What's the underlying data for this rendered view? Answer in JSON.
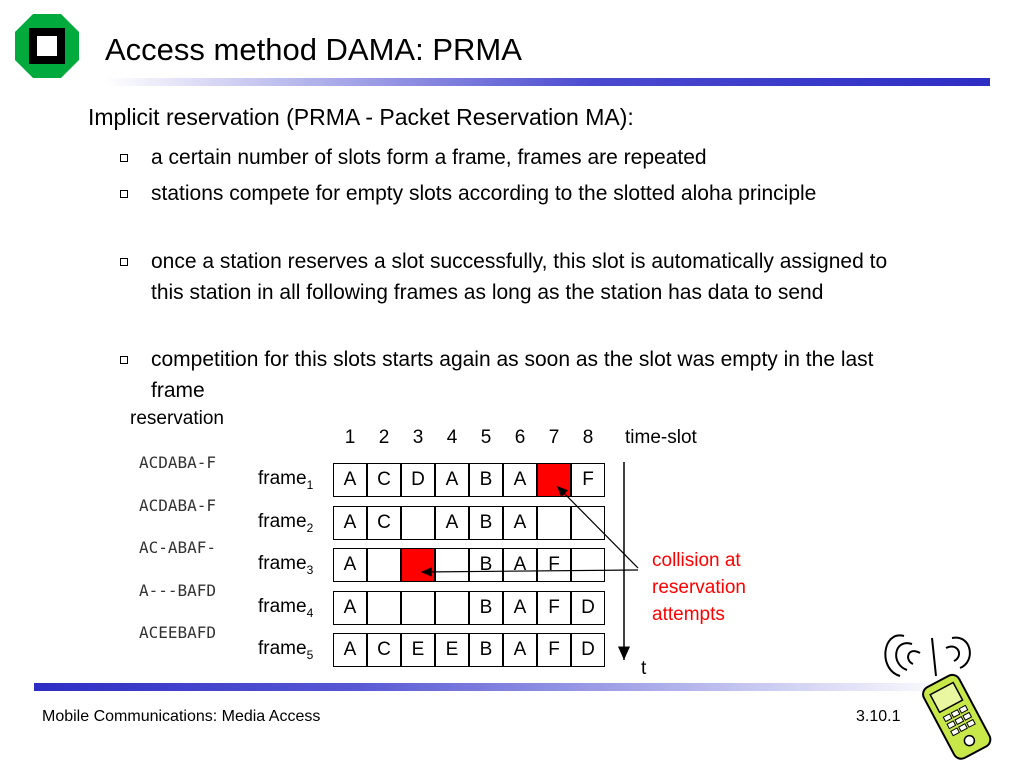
{
  "title": "Access method DAMA: PRMA",
  "heading": "Implicit reservation (PRMA - Packet Reservation MA):",
  "bullets": [
    "a certain number of slots form a frame, frames are repeated",
    "stations compete for empty slots according to the slotted aloha principle",
    "once a station reserves a slot successfully, this slot is automatically assigned to this station in all following frames as long as the station has data to send",
    "competition for this slots starts again as soon as the slot was empty in the last frame"
  ],
  "diagram": {
    "reservation_label": "reservation",
    "time_slot_label": "time-slot",
    "time_label": "t",
    "slot_numbers": [
      "1",
      "2",
      "3",
      "4",
      "5",
      "6",
      "7",
      "8"
    ],
    "collision_label_lines": [
      "collision at",
      "reservation",
      "attempts"
    ],
    "frames": [
      {
        "label": "frame",
        "sub": "1",
        "reservation": "ACDABA-F",
        "slots": [
          "A",
          "C",
          "D",
          "A",
          "B",
          "A",
          "",
          "F"
        ],
        "red": [
          6
        ]
      },
      {
        "label": "frame",
        "sub": "2",
        "reservation": "ACDABA-F",
        "slots": [
          "A",
          "C",
          "",
          "A",
          "B",
          "A",
          "",
          ""
        ],
        "red": []
      },
      {
        "label": "frame",
        "sub": "3",
        "reservation": "AC-ABAF-",
        "slots": [
          "A",
          "",
          "",
          "",
          "B",
          "A",
          "F",
          ""
        ],
        "red": [
          2
        ]
      },
      {
        "label": "frame",
        "sub": "4",
        "reservation": "A---BAFD",
        "slots": [
          "A",
          "",
          "",
          "",
          "B",
          "A",
          "F",
          "D"
        ],
        "red": []
      },
      {
        "label": "frame",
        "sub": "5",
        "reservation": "ACEEBAFD",
        "slots": [
          "A",
          "C",
          "E",
          "E",
          "B",
          "A",
          "F",
          "D"
        ],
        "red": []
      }
    ],
    "highlight_color": "#ff0000",
    "annotation_color": "#ff0000"
  },
  "footer": {
    "left": "Mobile Communications: Media Access",
    "right": "3.10.1"
  },
  "colors": {
    "logo_green": "#00aa3c",
    "bar_blue": "#2d2dc4"
  }
}
